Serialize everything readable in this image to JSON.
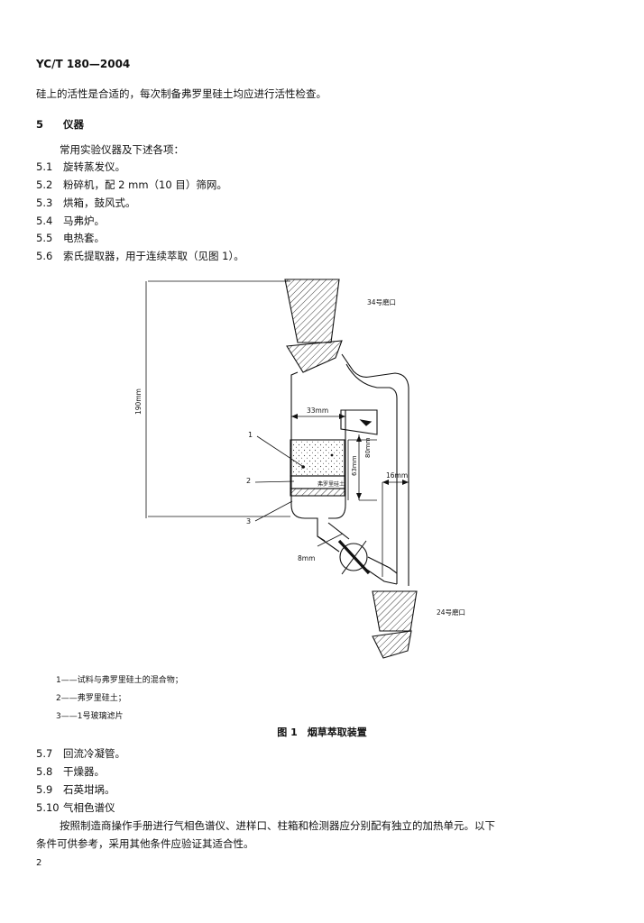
{
  "header": {
    "doc_id": "YC/T 180—2004"
  },
  "intro_line": "硅上的活性是合适的，每次制备弗罗里硅土均应进行活性检查。",
  "section": {
    "number": "5",
    "title": "仪器"
  },
  "section_intro": "常用实验仪器及下述各项：",
  "items": [
    {
      "num": "5.1",
      "text": "旋转蒸发仪。"
    },
    {
      "num": "5.2",
      "text": "粉碎机，配 2 mm（10 目）筛网。"
    },
    {
      "num": "5.3",
      "text": "烘箱，鼓风式。"
    },
    {
      "num": "5.4",
      "text": "马弗炉。"
    },
    {
      "num": "5.5",
      "text": "电热套。"
    },
    {
      "num": "5.6",
      "text": "索氏提取器，用于连续萃取（见图 1）。"
    }
  ],
  "figure": {
    "labels": {
      "top_joint": "34号磨口",
      "bottom_joint": "24号磨口",
      "height_total": "190mm",
      "width_33": "33mm",
      "dim_63": "63mm",
      "dim_80": "80mm",
      "dim_16": "16mm",
      "dim_8": "8mm",
      "callout_1": "1",
      "callout_2": "2",
      "callout_3": "3",
      "packing_text": "弗罗里硅土"
    },
    "legend": [
      "1——试料与弗罗里硅土的混合物；",
      "2——弗罗里硅土；",
      "3——1号玻璃滤片"
    ],
    "caption": "图 1　烟草萃取装置"
  },
  "items_after": [
    {
      "num": "5.7",
      "text": "回流冷凝管。"
    },
    {
      "num": "5.8",
      "text": "干燥器。"
    },
    {
      "num": "5.9",
      "text": "石英坩埚。"
    },
    {
      "num": "5.10",
      "text": "气相色谱仪"
    }
  ],
  "final_paragraph": {
    "line1": "按照制造商操作手册进行气相色谱仪、进样口、柱箱和检测器应分别配有独立的加热单元。以下",
    "line2": "条件可供参考，采用其他条件应验证其适合性。"
  },
  "page_number": "2"
}
